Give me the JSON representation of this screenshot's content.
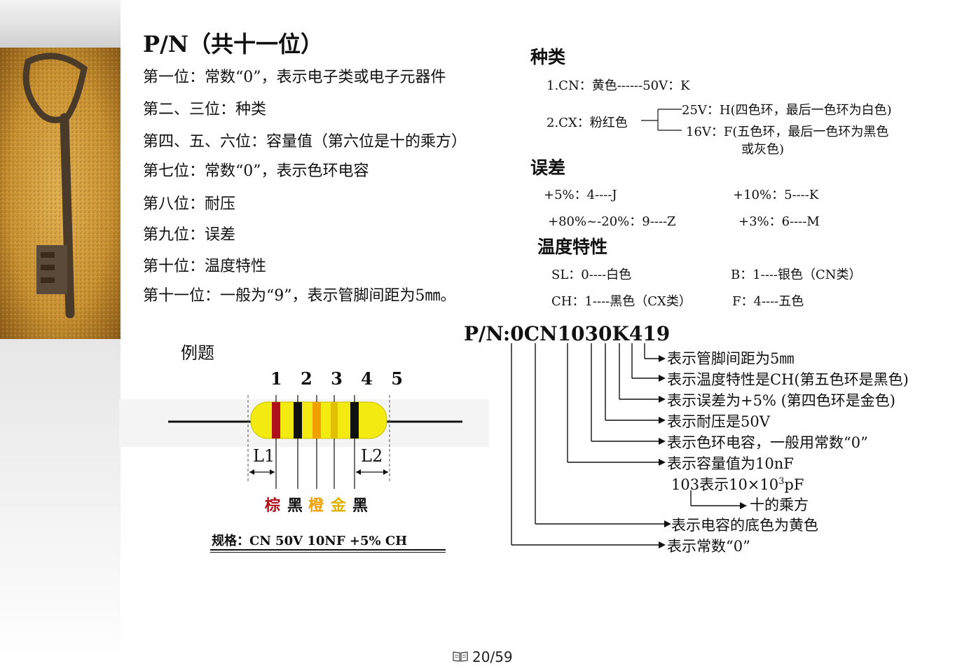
{
  "title": "P/N（共十一位）",
  "pn_lines": [
    "第一位：常数“0”，表示电子类或电子元器件",
    "第二、三位：种类",
    "第四、五、六位：容量值（第六位是十的乘方）",
    "第七位：常数“0”，表示色环电容",
    "第八位：耐压",
    "第九位：误差",
    "第十位：温度特性",
    "第十一位：一般为“9”，表示管脚间距为5㎜。"
  ],
  "kinds": {
    "heading": "种类",
    "cn": "1.CN：黄色------50V：K",
    "cx": "2.CX：粉红色",
    "cx_25v": "25V：H(四色环，最后一色环为白色)",
    "cx_16v": "16V：F(五色环，最后一色环为黑色",
    "cx_16v_cont": "或灰色)"
  },
  "tolerance": {
    "heading": "误差",
    "items": [
      "+5%：4----J",
      "+10%：5----K",
      "+80%~-20%：9----Z",
      "+3%：6----M"
    ]
  },
  "temperature": {
    "heading": "温度特性",
    "items": [
      "SL：0----白色",
      "B：1----银色（CN类）",
      "CH：1----黑色（CX类）",
      "F：4----五色"
    ]
  },
  "example": {
    "label": "例题",
    "band_numbers": "1 2 3 4 5",
    "l1": "L1",
    "l2": "L2",
    "band_colors": [
      {
        "name": "棕",
        "color": "#b0101c"
      },
      {
        "name": "黑",
        "color": "#111111"
      },
      {
        "name": "橙",
        "color": "#f0a000"
      },
      {
        "name": "金",
        "color": "#e0b000"
      },
      {
        "name": "黑",
        "color": "#111111"
      }
    ],
    "spec": "规格：CN   50V   10NF   +5%    CH"
  },
  "pn_code": "P/N:0CN1030K419",
  "annotations": [
    "表示管脚间距为5㎜",
    "表示温度特性是CH(第五色环是黑色)",
    "表示误差为+5% (第四色环是金色)",
    "表示耐压是50V",
    "表示色环电容，一般用常数“0”",
    "表示容量值为10nF",
    "103表示10×10",
    "3",
    "pF",
    "十的乘方",
    "表示电容的底色为黄色",
    "表示常数“0”"
  ],
  "footer": {
    "page": "20/59",
    "icon": "book-icon"
  },
  "colors": {
    "resistor_body": "#f2ea10",
    "photo_bg": "#c9902e"
  }
}
